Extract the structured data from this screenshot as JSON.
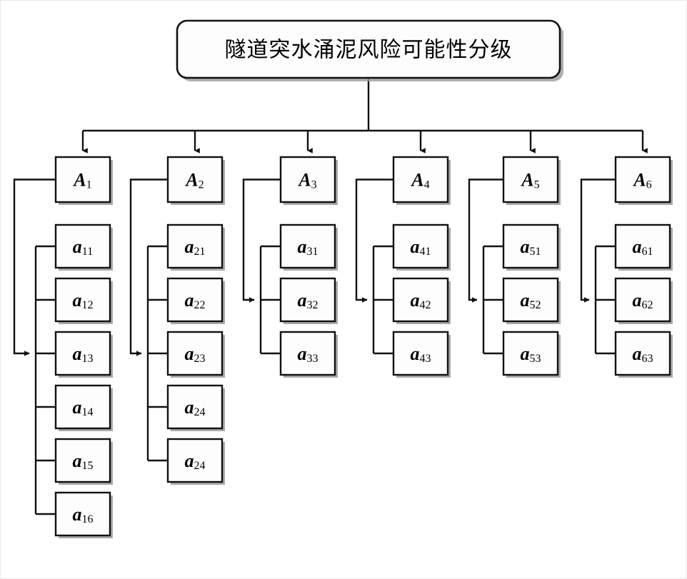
{
  "diagram": {
    "title": "隧道突水涌泥风险可能性分级",
    "type": "hierarchy-tree",
    "levels": 3,
    "root": {
      "id": "root",
      "label": "隧道突水涌泥风险可能性分级"
    },
    "colors": {
      "node_fill": "#fdfdfd",
      "node_stroke": "#111111",
      "shadow": "#9a9a9a",
      "connector": "#111111",
      "background": "#ffffff"
    },
    "branches": [
      {
        "id": "A1",
        "main": "A",
        "sub": "1",
        "label": "A1",
        "children": [
          {
            "id": "a11",
            "main": "a",
            "sub": "11",
            "label": "a11"
          },
          {
            "id": "a12",
            "main": "a",
            "sub": "12",
            "label": "a12"
          },
          {
            "id": "a13",
            "main": "a",
            "sub": "13",
            "label": "a13"
          },
          {
            "id": "a14",
            "main": "a",
            "sub": "14",
            "label": "a14"
          },
          {
            "id": "a15",
            "main": "a",
            "sub": "15",
            "label": "a15"
          },
          {
            "id": "a16",
            "main": "a",
            "sub": "16",
            "label": "a16"
          }
        ]
      },
      {
        "id": "A2",
        "main": "A",
        "sub": "2",
        "label": "A2",
        "children": [
          {
            "id": "a21",
            "main": "a",
            "sub": "21",
            "label": "a21"
          },
          {
            "id": "a22",
            "main": "a",
            "sub": "22",
            "label": "a22"
          },
          {
            "id": "a23",
            "main": "a",
            "sub": "23",
            "label": "a23"
          },
          {
            "id": "a24",
            "main": "a",
            "sub": "24",
            "label": "a24"
          },
          {
            "id": "a24b",
            "main": "a",
            "sub": "24",
            "label": "a24"
          }
        ]
      },
      {
        "id": "A3",
        "main": "A",
        "sub": "3",
        "label": "A3",
        "children": [
          {
            "id": "a31",
            "main": "a",
            "sub": "31",
            "label": "a31"
          },
          {
            "id": "a32",
            "main": "a",
            "sub": "32",
            "label": "a32"
          },
          {
            "id": "a33",
            "main": "a",
            "sub": "33",
            "label": "a33"
          }
        ]
      },
      {
        "id": "A4",
        "main": "A",
        "sub": "4",
        "label": "A4",
        "children": [
          {
            "id": "a41",
            "main": "a",
            "sub": "41",
            "label": "a41"
          },
          {
            "id": "a42",
            "main": "a",
            "sub": "42",
            "label": "a42"
          },
          {
            "id": "a43",
            "main": "a",
            "sub": "43",
            "label": "a43"
          }
        ]
      },
      {
        "id": "A5",
        "main": "A",
        "sub": "5",
        "label": "A5",
        "children": [
          {
            "id": "a51",
            "main": "a",
            "sub": "51",
            "label": "a51"
          },
          {
            "id": "a52",
            "main": "a",
            "sub": "52",
            "label": "a52"
          },
          {
            "id": "a53",
            "main": "a",
            "sub": "53",
            "label": "a53"
          }
        ]
      },
      {
        "id": "A6",
        "main": "A",
        "sub": "6",
        "label": "A6",
        "children": [
          {
            "id": "a61",
            "main": "a",
            "sub": "61",
            "label": "a61"
          },
          {
            "id": "a62",
            "main": "a",
            "sub": "62",
            "label": "a62"
          },
          {
            "id": "a63",
            "main": "a",
            "sub": "63",
            "label": "a63"
          }
        ]
      }
    ]
  }
}
